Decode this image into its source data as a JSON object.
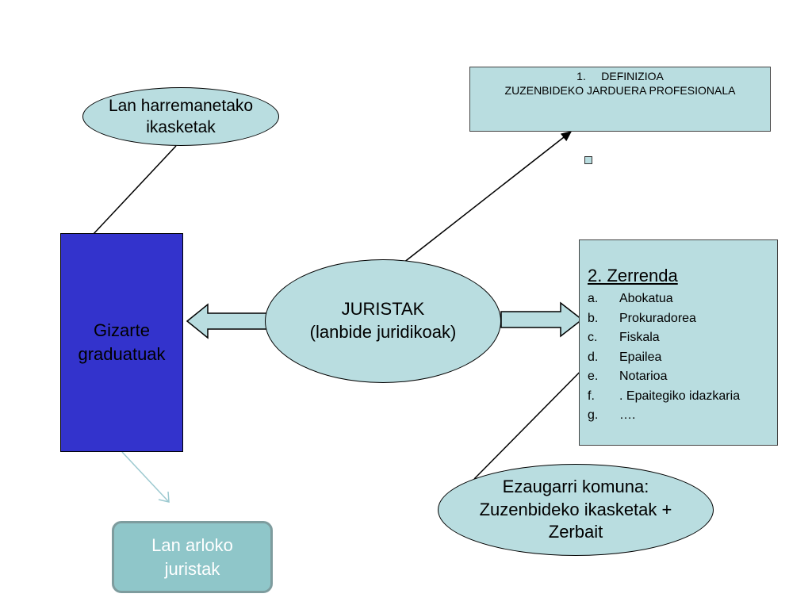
{
  "ellipse_lan": {
    "line1": "Lan harremanetako",
    "line2": "ikasketak"
  },
  "blue_box": {
    "line1": "Gizarte",
    "line2": "graduatuak"
  },
  "center": {
    "line1": "JURISTAK",
    "line2": "(lanbide juridikoak)"
  },
  "definition": {
    "item": "1.     DEFINIZIOA",
    "text": "ZUZENBIDEKO JARDUERA PROFESIONALA"
  },
  "zerrenda": {
    "title": "2. Zerrenda",
    "items": [
      {
        "letter": "a.",
        "text": "Abokatua"
      },
      {
        "letter": "b.",
        "text": "Prokuradorea"
      },
      {
        "letter": "c.",
        "text": "Fiskala"
      },
      {
        "letter": "d.",
        "text": "Epailea"
      },
      {
        "letter": "e.",
        "text": "Notarioa"
      },
      {
        "letter": "f.",
        "text": ". Epaitegiko idazkaria"
      },
      {
        "letter": "g.",
        "text": "…."
      }
    ]
  },
  "ezaugarri": {
    "line1": "Ezaugarri komuna:",
    "line2": "Zuzenbideko ikasketak +",
    "line3": "Zerbait"
  },
  "lan_arloko": {
    "line1": "Lan arloko",
    "line2": "juristak"
  },
  "colors": {
    "light_teal": "#b9dde0",
    "blue": "#3333cc",
    "button_teal": "#8fc6c9"
  }
}
